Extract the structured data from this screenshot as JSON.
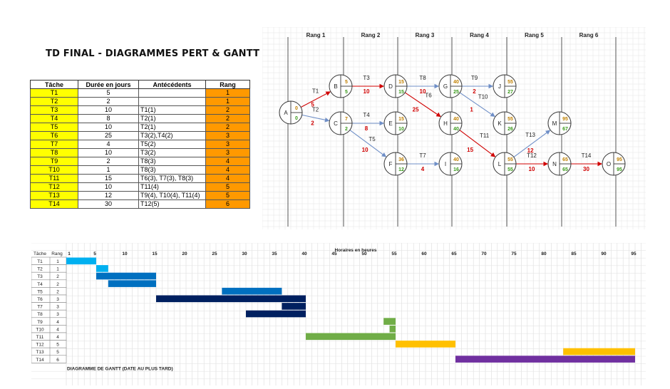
{
  "title": "TD FINAL - DIAGRAMMES PERT & GANTT",
  "table": {
    "headers": [
      "Tâche",
      "Durée en jours",
      "Antécédents",
      "Rang"
    ],
    "rows": [
      {
        "task": "T1",
        "duration": "5",
        "antecedents": "",
        "rank": "1"
      },
      {
        "task": "T2",
        "duration": "2",
        "antecedents": "",
        "rank": "1"
      },
      {
        "task": "T3",
        "duration": "10",
        "antecedents": "T1(1)",
        "rank": "2"
      },
      {
        "task": "T4",
        "duration": "8",
        "antecedents": "T2(1)",
        "rank": "2"
      },
      {
        "task": "T5",
        "duration": "10",
        "antecedents": "T2(1)",
        "rank": "2"
      },
      {
        "task": "T6",
        "duration": "25",
        "antecedents": "T3(2),T4(2)",
        "rank": "3"
      },
      {
        "task": "T7",
        "duration": "4",
        "antecedents": "T5(2)",
        "rank": "3"
      },
      {
        "task": "T8",
        "duration": "10",
        "antecedents": "T3(2)",
        "rank": "3"
      },
      {
        "task": "T9",
        "duration": "2",
        "antecedents": "T8(3)",
        "rank": "4"
      },
      {
        "task": "T10",
        "duration": "1",
        "antecedents": "T8(3)",
        "rank": "4"
      },
      {
        "task": "T11",
        "duration": "15",
        "antecedents": "T6(3), T7(3), T8(3)",
        "rank": "4"
      },
      {
        "task": "T12",
        "duration": "10",
        "antecedents": "T11(4)",
        "rank": "5"
      },
      {
        "task": "T13",
        "duration": "12",
        "antecedents": "T9(4), T10(4), T11(4)",
        "rank": "5"
      },
      {
        "task": "T14",
        "duration": "30",
        "antecedents": "T12(5)",
        "rank": "6"
      }
    ]
  },
  "pert": {
    "ranks": [
      "Rang 1",
      "Rang 2",
      "Rang 3",
      "Rang 4",
      "Rang 5",
      "Rang 6"
    ],
    "nodes": [
      {
        "id": "A",
        "early": "0",
        "late": "0"
      },
      {
        "id": "B",
        "early": "5",
        "late": "5"
      },
      {
        "id": "C",
        "early": "7",
        "late": "2"
      },
      {
        "id": "D",
        "early": "15",
        "late": "15"
      },
      {
        "id": "E",
        "early": "15",
        "late": "10"
      },
      {
        "id": "F",
        "early": "36",
        "late": "12"
      },
      {
        "id": "G",
        "early": "40",
        "late": "25"
      },
      {
        "id": "H",
        "early": "40",
        "late": "40"
      },
      {
        "id": "I",
        "early": "40",
        "late": "16"
      },
      {
        "id": "J",
        "early": "55",
        "late": "27"
      },
      {
        "id": "K",
        "early": "55",
        "late": "26"
      },
      {
        "id": "L",
        "early": "55",
        "late": "55"
      },
      {
        "id": "M",
        "early": "95",
        "late": "67"
      },
      {
        "id": "N",
        "early": "65",
        "late": "65"
      },
      {
        "id": "O",
        "early": "95",
        "late": "95"
      }
    ],
    "edges": [
      {
        "from": "A",
        "to": "B",
        "task": "T1",
        "duration": "5",
        "critical": true
      },
      {
        "from": "A",
        "to": "C",
        "task": "T2",
        "duration": "2",
        "critical": false
      },
      {
        "from": "B",
        "to": "D",
        "task": "T3",
        "duration": "10",
        "critical": true
      },
      {
        "from": "C",
        "to": "E",
        "task": "T4",
        "duration": "8",
        "critical": false
      },
      {
        "from": "C",
        "to": "F",
        "task": "T5",
        "duration": "10",
        "critical": false
      },
      {
        "from": "D",
        "to": "H",
        "task": "T6",
        "duration": "25",
        "critical": true
      },
      {
        "from": "D",
        "to": "G",
        "task": "T8",
        "duration": "10",
        "critical": false
      },
      {
        "from": "F",
        "to": "I",
        "task": "T7",
        "duration": "4",
        "critical": false
      },
      {
        "from": "G",
        "to": "J",
        "task": "T9",
        "duration": "2",
        "critical": false
      },
      {
        "from": "G",
        "to": "K",
        "task": "T10",
        "duration": "1",
        "critical": false
      },
      {
        "from": "H",
        "to": "L",
        "task": "T11",
        "duration": "15",
        "critical": true
      },
      {
        "from": "L",
        "to": "M",
        "task": "T13",
        "duration": "12",
        "critical": false
      },
      {
        "from": "L",
        "to": "N",
        "task": "T12",
        "duration": "10",
        "critical": true
      },
      {
        "from": "N",
        "to": "O",
        "task": "T14",
        "duration": "30",
        "critical": true
      }
    ]
  },
  "gantt": {
    "title": "Horaires en heures",
    "caption": "DIAGRAMME DE GANTT (DATE AU PLUS TARD)",
    "col_task": "Tâche",
    "col_rank": "Rang",
    "ticks": [
      "1",
      "5",
      "10",
      "15",
      "20",
      "25",
      "30",
      "35",
      "40",
      "45",
      "50",
      "55",
      "60",
      "65",
      "70",
      "75",
      "80",
      "85",
      "90",
      "95"
    ],
    "tasks": [
      {
        "task": "T1",
        "rank": "1",
        "start": 0,
        "end": 5,
        "color": "#00b0f0"
      },
      {
        "task": "T2",
        "rank": "1",
        "start": 5,
        "end": 7,
        "color": "#00b0f0"
      },
      {
        "task": "T3",
        "rank": "2",
        "start": 5,
        "end": 15,
        "color": "#0070c0"
      },
      {
        "task": "T4",
        "rank": "2",
        "start": 7,
        "end": 15,
        "color": "#0070c0"
      },
      {
        "task": "T5",
        "rank": "2",
        "start": 26,
        "end": 36,
        "color": "#0070c0"
      },
      {
        "task": "T6",
        "rank": "3",
        "start": 15,
        "end": 40,
        "color": "#002060"
      },
      {
        "task": "T7",
        "rank": "3",
        "start": 36,
        "end": 40,
        "color": "#002060"
      },
      {
        "task": "T8",
        "rank": "3",
        "start": 30,
        "end": 40,
        "color": "#002060"
      },
      {
        "task": "T9",
        "rank": "4",
        "start": 53,
        "end": 55,
        "color": "#70ad47"
      },
      {
        "task": "T10",
        "rank": "4",
        "start": 54,
        "end": 55,
        "color": "#70ad47"
      },
      {
        "task": "T11",
        "rank": "4",
        "start": 40,
        "end": 55,
        "color": "#70ad47"
      },
      {
        "task": "T12",
        "rank": "5",
        "start": 55,
        "end": 65,
        "color": "#ffc000"
      },
      {
        "task": "T13",
        "rank": "5",
        "start": 83,
        "end": 95,
        "color": "#ffc000"
      },
      {
        "task": "T14",
        "rank": "6",
        "start": 65,
        "end": 95,
        "color": "#7030a0"
      }
    ]
  },
  "colors": {
    "critical": "#d00000",
    "normal": "#6f8fc7",
    "early": "#c08000",
    "late": "#3a9a1a",
    "yellow": "#ffff00",
    "orange": "#ff9900"
  }
}
